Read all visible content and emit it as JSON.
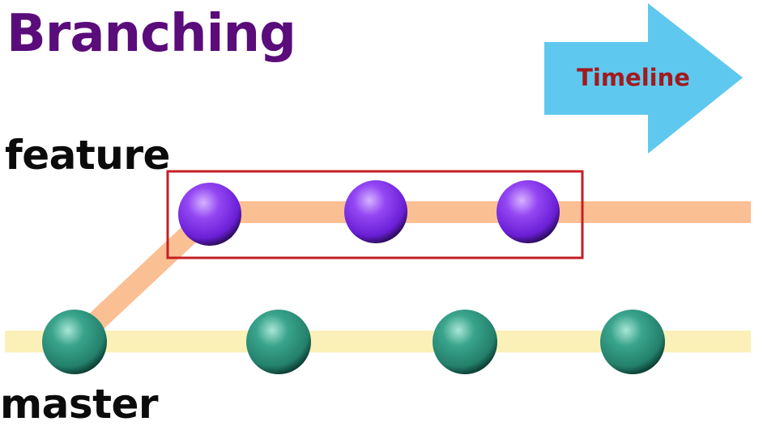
{
  "title": "Branching",
  "timeline_label": "Timeline",
  "branches": {
    "feature": {
      "label": "feature",
      "commit_count": 3,
      "line_color": "#fbbf94",
      "node_color": "#8a3ff0"
    },
    "master": {
      "label": "master",
      "commit_count": 4,
      "line_color": "#fbf1b8",
      "node_color": "#2f9c86"
    }
  },
  "colors": {
    "title": "#5a0c7a",
    "arrow_fill": "#5fc8ee",
    "highlight_box": "#c41f25",
    "arrow_text": "#a11a1e"
  }
}
